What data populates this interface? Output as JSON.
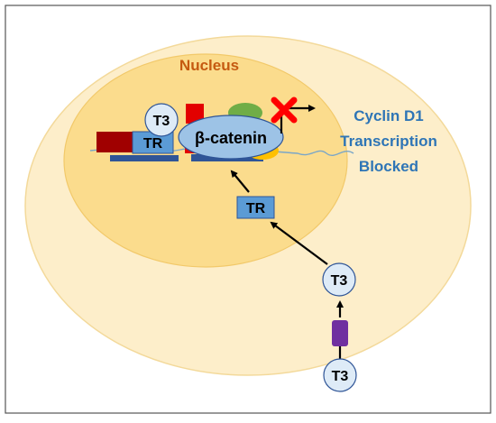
{
  "labels": {
    "nucleus": "Nucleus",
    "t3_complex": "T3",
    "tr_complex": "TR",
    "beta_catenin": "β-catenin",
    "tr_free": "TR",
    "t3_free": "T3",
    "t3_outside": "T3",
    "outcome_line1": "Cyclin D1",
    "outcome_line2": "Transcription",
    "outcome_line3": "Blocked"
  },
  "colors": {
    "cell_fill": "#fdeeca",
    "cell_stroke": "#f3d99a",
    "nucleus_fill": "#fbdc8d",
    "nucleus_label": "#c55a11",
    "outcome_text": "#2e75b6",
    "tr_fill": "#5b9bd5",
    "beta_catenin_fill": "#9dc3e6",
    "t3_fill": "#deebf7",
    "dark_red_block": "#a00000",
    "red_block": "#e30000",
    "green_factor": "#70ad47",
    "yellow_factor": "#ffc000",
    "dna_blue": "#2f5597",
    "transporter_purple": "#7030a0",
    "x_mark": "#ff0000"
  },
  "icons": {
    "blocked_mark": "x-mark-icon",
    "transporter": "transporter-icon"
  }
}
